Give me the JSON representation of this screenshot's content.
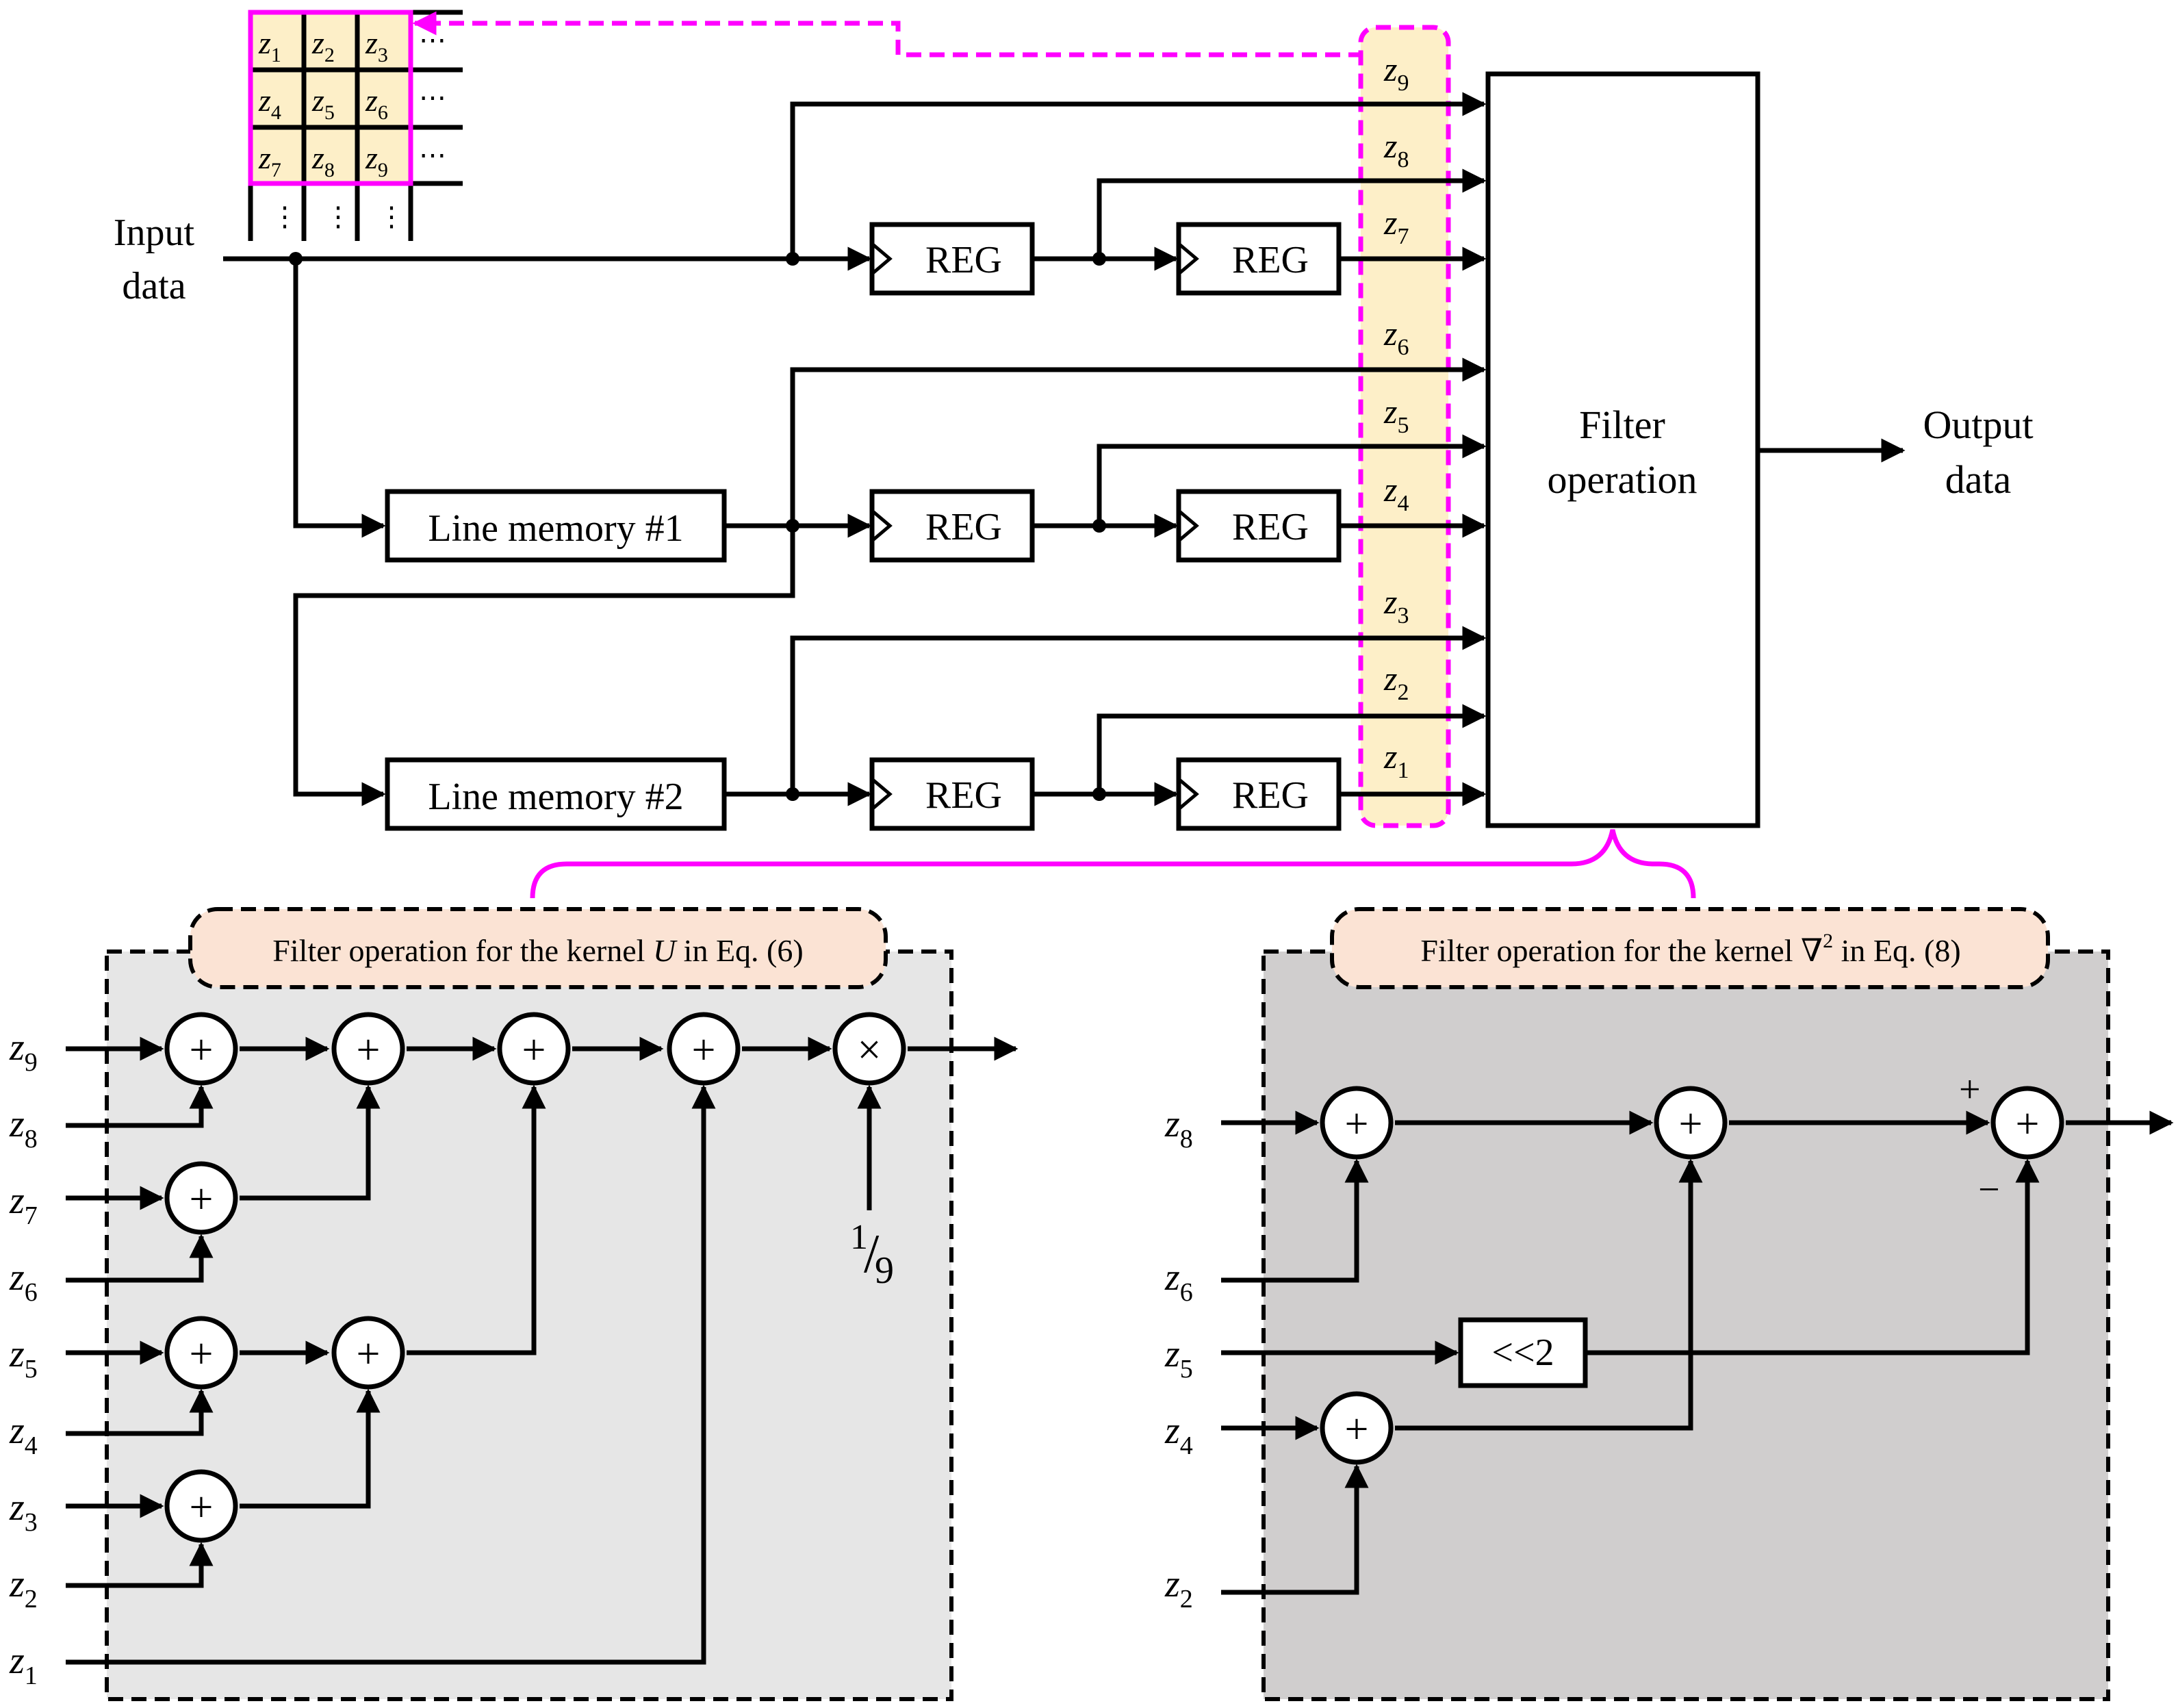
{
  "colors": {
    "highlight": "#FF00FF",
    "cell_fill": "#FDEFC8",
    "header_fill": "#FBE3D4",
    "panel_left": "#E6E6E6",
    "panel_right": "#D0CECE",
    "line": "#000000"
  },
  "top": {
    "input_label": [
      "Input",
      "data"
    ],
    "output_label": [
      "Output",
      "data"
    ],
    "filter_label": [
      "Filter",
      "operation"
    ],
    "reg_label": "REG",
    "line_memory_1": "Line memory #1",
    "line_memory_2": "Line memory #2",
    "window_cells": [
      {
        "v": "z",
        "sub": "1"
      },
      {
        "v": "z",
        "sub": "2"
      },
      {
        "v": "z",
        "sub": "3"
      },
      {
        "v": "z",
        "sub": "4"
      },
      {
        "v": "z",
        "sub": "5"
      },
      {
        "v": "z",
        "sub": "6"
      },
      {
        "v": "z",
        "sub": "7"
      },
      {
        "v": "z",
        "sub": "8"
      },
      {
        "v": "z",
        "sub": "9"
      }
    ],
    "ellipsis_h": "⋯",
    "ellipsis_v": "⋮",
    "z_column": [
      {
        "v": "z",
        "sub": "9"
      },
      {
        "v": "z",
        "sub": "8"
      },
      {
        "v": "z",
        "sub": "7"
      },
      {
        "v": "z",
        "sub": "6"
      },
      {
        "v": "z",
        "sub": "5"
      },
      {
        "v": "z",
        "sub": "4"
      },
      {
        "v": "z",
        "sub": "3"
      },
      {
        "v": "z",
        "sub": "2"
      },
      {
        "v": "z",
        "sub": "1"
      }
    ]
  },
  "left_panel": {
    "title_prefix": "Filter operation for the kernel ",
    "title_symbol": "U",
    "title_suffix": " in Eq. (6)",
    "inputs": [
      {
        "v": "z",
        "sub": "9"
      },
      {
        "v": "z",
        "sub": "8"
      },
      {
        "v": "z",
        "sub": "7"
      },
      {
        "v": "z",
        "sub": "6"
      },
      {
        "v": "z",
        "sub": "5"
      },
      {
        "v": "z",
        "sub": "4"
      },
      {
        "v": "z",
        "sub": "3"
      },
      {
        "v": "z",
        "sub": "2"
      },
      {
        "v": "z",
        "sub": "1"
      }
    ],
    "adder_symbol": "+",
    "multiplier_symbol": "×",
    "scale_numerator": "1",
    "scale_slash": "/",
    "scale_denominator": "9"
  },
  "right_panel": {
    "title_prefix": "Filter operation for the kernel ",
    "title_symbol": "∇",
    "title_sup": "2",
    "title_suffix": " in Eq. (8)",
    "inputs": [
      {
        "v": "z",
        "sub": "8"
      },
      {
        "v": "z",
        "sub": "6"
      },
      {
        "v": "z",
        "sub": "5"
      },
      {
        "v": "z",
        "sub": "4"
      },
      {
        "v": "z",
        "sub": "2"
      }
    ],
    "shift_label": "<<2",
    "plus_sign": "+",
    "minus_sign": "−"
  }
}
